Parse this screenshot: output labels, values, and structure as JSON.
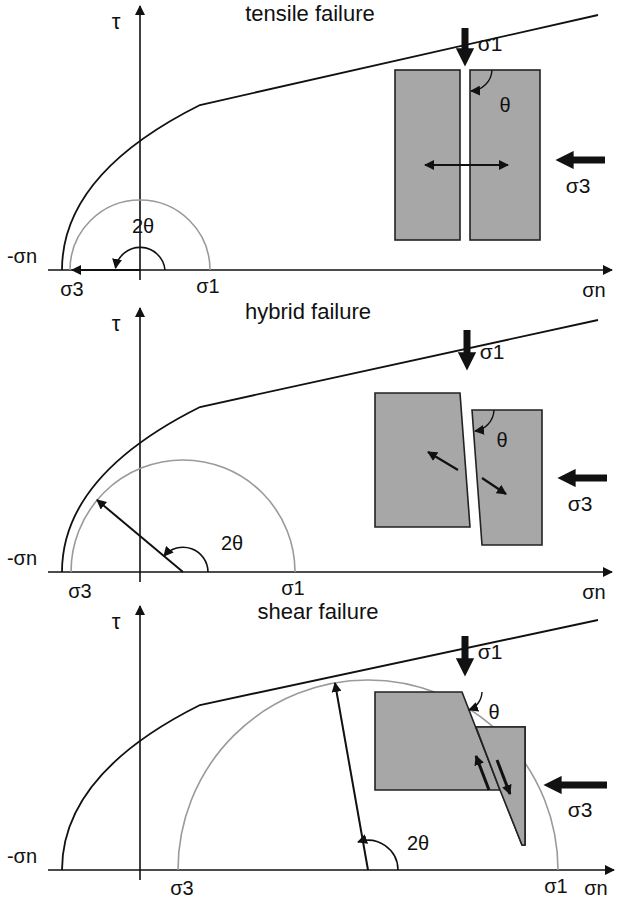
{
  "diagram": {
    "labels": [
      "tensile failure",
      "τ",
      "σ1",
      "θ",
      "σ3",
      "2θ",
      "-σn",
      "σ3",
      "σ1",
      "σn",
      "hybrid failure",
      "τ",
      "σ1",
      "θ",
      "σ3",
      "2θ",
      "-σn",
      "σ3",
      "σ1",
      "σn",
      "shear failure",
      "τ",
      "σ1",
      "θ",
      "σ3",
      "2θ",
      "-σn",
      "σ3",
      "σ1",
      "σn"
    ]
  }
}
